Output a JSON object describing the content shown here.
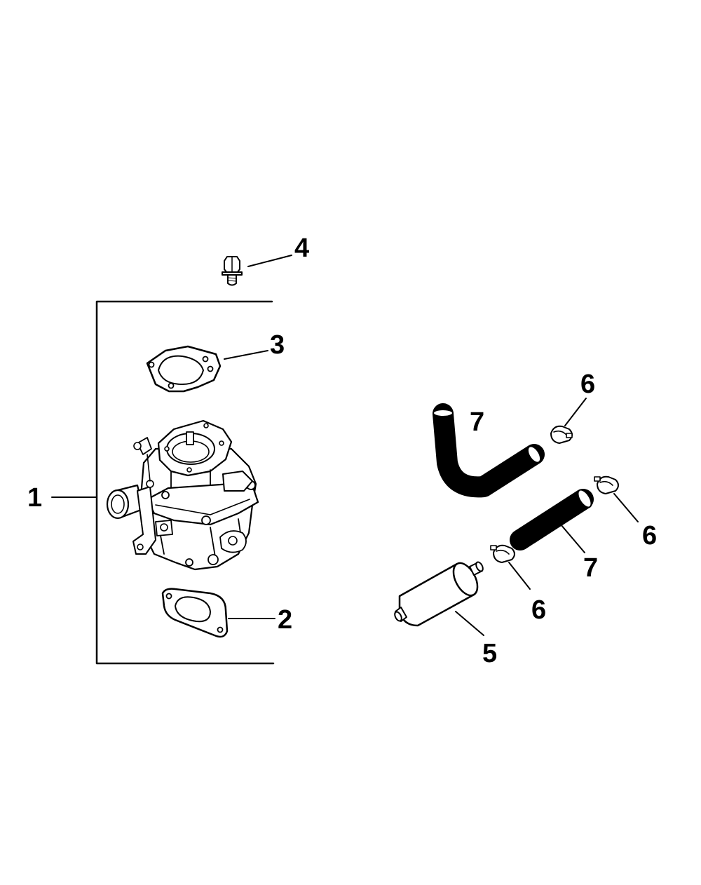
{
  "callouts": {
    "c1": "1",
    "c2": "2",
    "c3": "3",
    "c4": "4",
    "c5": "5",
    "c6a": "6",
    "c6b": "6",
    "c6c": "6",
    "c7a": "7",
    "c7b": "7"
  }
}
